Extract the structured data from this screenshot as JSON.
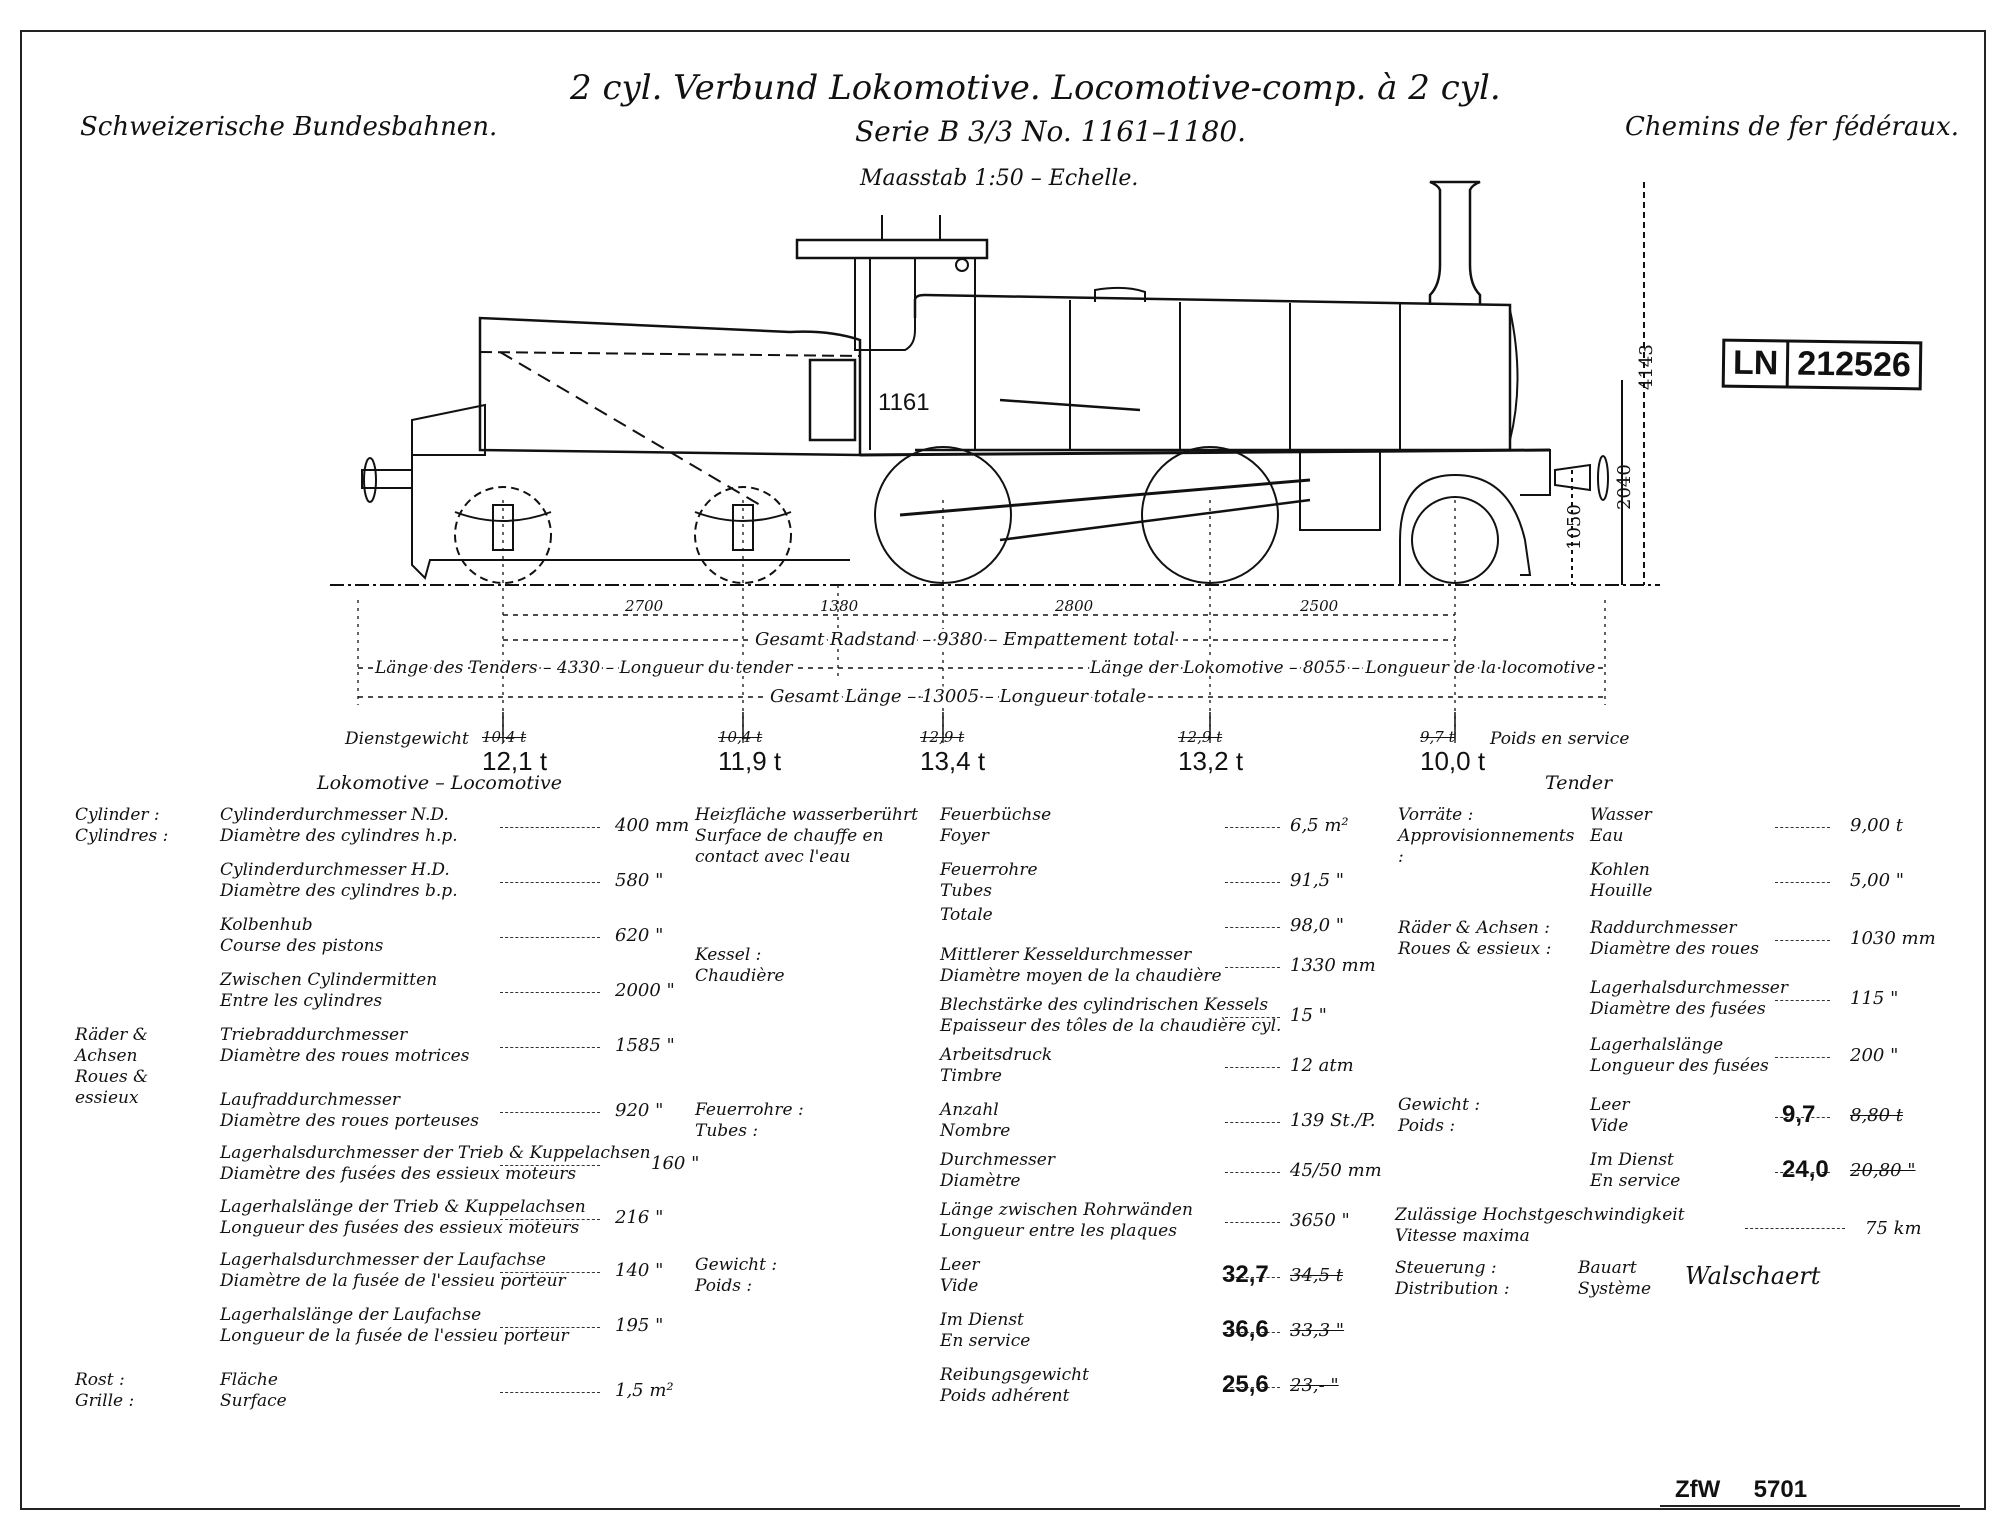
{
  "header": {
    "title_line1": "2 cyl. Verbund Lokomotive.  Locomotive-comp. à 2 cyl.",
    "title_line2": "Serie B 3/3 No. 1161–1180.",
    "scale": "Maasstab 1:50 – Echelle.",
    "railway_de": "Schweizerische Bundesbahnen.",
    "railway_fr": "Chemins de fer fédéraux."
  },
  "stamp": {
    "prefix": "LN",
    "number": "212526"
  },
  "drawing": {
    "engine_number": "1161",
    "heights": {
      "total_height": "4143",
      "buffer_height": "2040",
      "axle_height": "1050"
    },
    "wheelbase": {
      "segments": [
        "2700",
        "1380",
        "2800",
        "2500"
      ],
      "total": "Gesamt Radstand – 9380 – Empattement total",
      "tender_length": "Länge des Tenders – 4330 – Longueur du tender",
      "loco_length": "Länge der Lokomotive – 8055 – Longueur de la locomotive",
      "overall_length": "Gesamt Länge – 13005 – Longueur totale"
    },
    "axle_loads": {
      "label_de": "Dienstgewicht",
      "label_fr": "Poids en service",
      "axles": [
        {
          "old": "10,4 t",
          "new": "12,1 t"
        },
        {
          "old": "10,4 t",
          "new": "11,9 t"
        },
        {
          "old": "12,9 t",
          "new": "13,4 t"
        },
        {
          "old": "12,9 t",
          "new": "13,2 t"
        },
        {
          "old": "9,7 t",
          "new": "10,0 t"
        }
      ]
    }
  },
  "specs": {
    "loco_heading": "Lokomotive – Locomotive",
    "tender_heading": "Tender",
    "col1": [
      {
        "cat_de": "Cylinder :",
        "cat_fr": "Cylindres :",
        "de": "Cylinderdurchmesser   N.D.",
        "fr": "Diamètre des cylindres   h.p.",
        "value": "400 mm"
      },
      {
        "cat_de": "",
        "cat_fr": "",
        "de": "Cylinderdurchmesser   H.D.",
        "fr": "Diamètre des cylindres   b.p.",
        "value": "580 \""
      },
      {
        "cat_de": "",
        "cat_fr": "",
        "de": "Kolbenhub",
        "fr": "Course des pistons",
        "value": "620 \""
      },
      {
        "cat_de": "",
        "cat_fr": "",
        "de": "Zwischen Cylindermitten",
        "fr": "Entre les cylindres",
        "value": "2000 \""
      },
      {
        "cat_de": "Räder & Achsen",
        "cat_fr": "Roues & essieux",
        "de": "Triebraddurchmesser",
        "fr": "Diamètre des roues motrices",
        "value": "1585 \""
      },
      {
        "cat_de": "",
        "cat_fr": "",
        "de": "Laufraddurchmesser",
        "fr": "Diamètre des roues porteuses",
        "value": "920 \""
      },
      {
        "cat_de": "",
        "cat_fr": "",
        "de": "Lagerhalsdurchmesser der Trieb & Kuppelachsen",
        "fr": "Diamètre des fusées des essieux moteurs",
        "value": "160 \""
      },
      {
        "cat_de": "",
        "cat_fr": "",
        "de": "Lagerhalslänge der Trieb & Kuppelachsen",
        "fr": "Longueur des fusées des essieux moteurs",
        "value": "216 \""
      },
      {
        "cat_de": "",
        "cat_fr": "",
        "de": "Lagerhalsdurchmesser der Laufachse",
        "fr": "Diamètre de la fusée de l'essieu porteur",
        "value": "140 \""
      },
      {
        "cat_de": "",
        "cat_fr": "",
        "de": "Lagerhalslänge der Laufachse",
        "fr": "Longueur de la fusée de l'essieu porteur",
        "value": "195 \""
      },
      {
        "cat_de": "Rost :",
        "cat_fr": "Grille :",
        "de": "Fläche",
        "fr": "Surface",
        "value": "1,5 m²"
      }
    ],
    "col2": [
      {
        "cat_de": "Heizfläche wasserberührt",
        "cat_fr": "Surface de chauffe en contact avec l'eau",
        "de": "Feuerbüchse",
        "fr": "Foyer",
        "value": "6,5 m²"
      },
      {
        "cat_de": "",
        "cat_fr": "",
        "de": "Feuerrohre",
        "fr": "Tubes",
        "value": "91,5 \""
      },
      {
        "cat_de": "",
        "cat_fr": "",
        "de": "",
        "fr": "Totale",
        "value": "98,0 \""
      },
      {
        "cat_de": "Kessel :",
        "cat_fr": "Chaudière",
        "de": "Mittlerer Kesseldurchmesser",
        "fr": "Diamètre moyen de la chaudière",
        "value": "1330 mm"
      },
      {
        "cat_de": "",
        "cat_fr": "",
        "de": "Blechstärke des cylindrischen Kessels",
        "fr": "Epaisseur des tôles de la chaudière cyl.",
        "value": "15 \""
      },
      {
        "cat_de": "",
        "cat_fr": "",
        "de": "Arbeitsdruck",
        "fr": "Timbre",
        "value": "12 atm"
      },
      {
        "cat_de": "Feuerrohre :",
        "cat_fr": "Tubes :",
        "de": "Anzahl",
        "fr": "Nombre",
        "value": "139 St./P."
      },
      {
        "cat_de": "",
        "cat_fr": "",
        "de": "Durchmesser",
        "fr": "Diamètre",
        "value": "45/50 mm"
      },
      {
        "cat_de": "",
        "cat_fr": "",
        "de": "Länge zwischen Rohrwänden",
        "fr": "Longueur entre les plaques",
        "value": "3650 \""
      },
      {
        "cat_de": "Gewicht :",
        "cat_fr": "Poids :",
        "de": "Leer",
        "fr": "Vide",
        "value_new": "32,7",
        "value": "34,5 t"
      },
      {
        "cat_de": "",
        "cat_fr": "",
        "de": "Im Dienst",
        "fr": "En service",
        "value_new": "36,6",
        "value": "33,3 \""
      },
      {
        "cat_de": "",
        "cat_fr": "",
        "de": "Reibungsgewicht",
        "fr": "Poids adhérent",
        "value_new": "25,6",
        "value": "23,- \""
      }
    ],
    "col3": [
      {
        "cat_de": "Vorräte :",
        "cat_fr": "Approvisionnements :",
        "de": "Wasser",
        "fr": "Eau",
        "value": "9,00 t"
      },
      {
        "cat_de": "",
        "cat_fr": "",
        "de": "Kohlen",
        "fr": "Houille",
        "value": "5,00 \""
      },
      {
        "cat_de": "Räder & Achsen :",
        "cat_fr": "Roues & essieux :",
        "de": "Raddurchmesser",
        "fr": "Diamètre des roues",
        "value": "1030 mm"
      },
      {
        "cat_de": "",
        "cat_fr": "",
        "de": "Lagerhalsdurchmesser",
        "fr": "Diamètre des fusées",
        "value": "115 \""
      },
      {
        "cat_de": "",
        "cat_fr": "",
        "de": "Lagerhalslänge",
        "fr": "Longueur des fusées",
        "value": "200 \""
      },
      {
        "cat_de": "Gewicht :",
        "cat_fr": "Poids :",
        "de": "Leer",
        "fr": "Vide",
        "value_new": "9,7",
        "value": "8,80 t"
      },
      {
        "cat_de": "",
        "cat_fr": "",
        "de": "Im Dienst",
        "fr": "En service",
        "value_new": "24,0",
        "value": "20,80 \""
      }
    ],
    "speed": {
      "de": "Zulässige Hochstgeschwindigkeit",
      "fr": "Vitesse maxima",
      "value": "75 km"
    },
    "valve_gear": {
      "cat_de": "Steuerung :",
      "cat_fr": "Distribution :",
      "de": "Bauart",
      "fr": "Système",
      "value": "Walschaert"
    }
  },
  "footer": {
    "label": "ZfW",
    "number": "5701"
  }
}
